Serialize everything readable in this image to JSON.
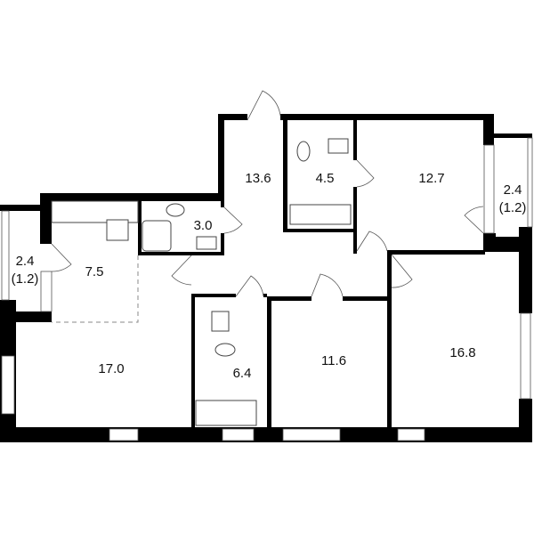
{
  "plan": {
    "rooms": [
      {
        "id": "hall",
        "area": "13.6"
      },
      {
        "id": "bathroom-top",
        "area": "4.5"
      },
      {
        "id": "bedroom-top",
        "area": "12.7"
      },
      {
        "id": "balcony-right",
        "area": "2.4",
        "sub": "(1.2)"
      },
      {
        "id": "balcony-left",
        "area": "2.4",
        "sub": "(1.2)"
      },
      {
        "id": "kitchen",
        "area": "7.5"
      },
      {
        "id": "wc",
        "area": "3.0"
      },
      {
        "id": "living",
        "area": "17.0"
      },
      {
        "id": "bathroom-bottom",
        "area": "6.4"
      },
      {
        "id": "bedroom-middle",
        "area": "11.6"
      },
      {
        "id": "bedroom-right",
        "area": "16.8"
      }
    ],
    "colors": {
      "wall": "#000000",
      "background": "#ffffff"
    }
  }
}
